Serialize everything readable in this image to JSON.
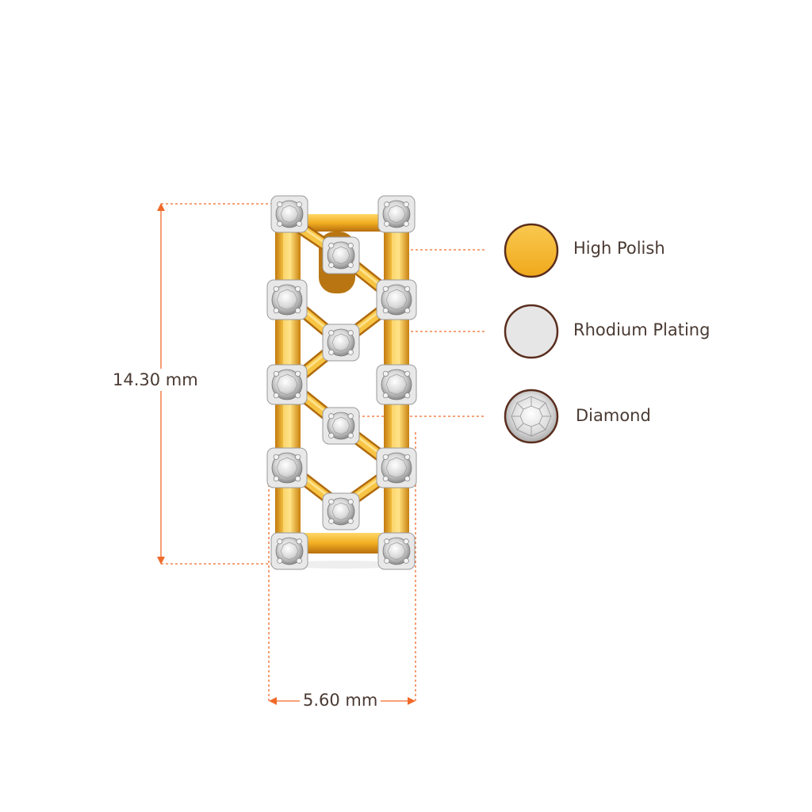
{
  "dimensions": {
    "height_label": "14.30 mm",
    "width_label": "5.60 mm"
  },
  "legend": [
    {
      "label": "High Polish",
      "swatch": "gold"
    },
    {
      "label": "Rhodium Plating",
      "swatch": "silver"
    },
    {
      "label": "Diamond",
      "swatch": "diamond"
    }
  ],
  "colors": {
    "dimension_line": "#f06a2a",
    "gold": "#f5b62c",
    "silver": "#e6e6e6",
    "swatch_border": "#5a2e1e",
    "text": "#4a3a33"
  }
}
